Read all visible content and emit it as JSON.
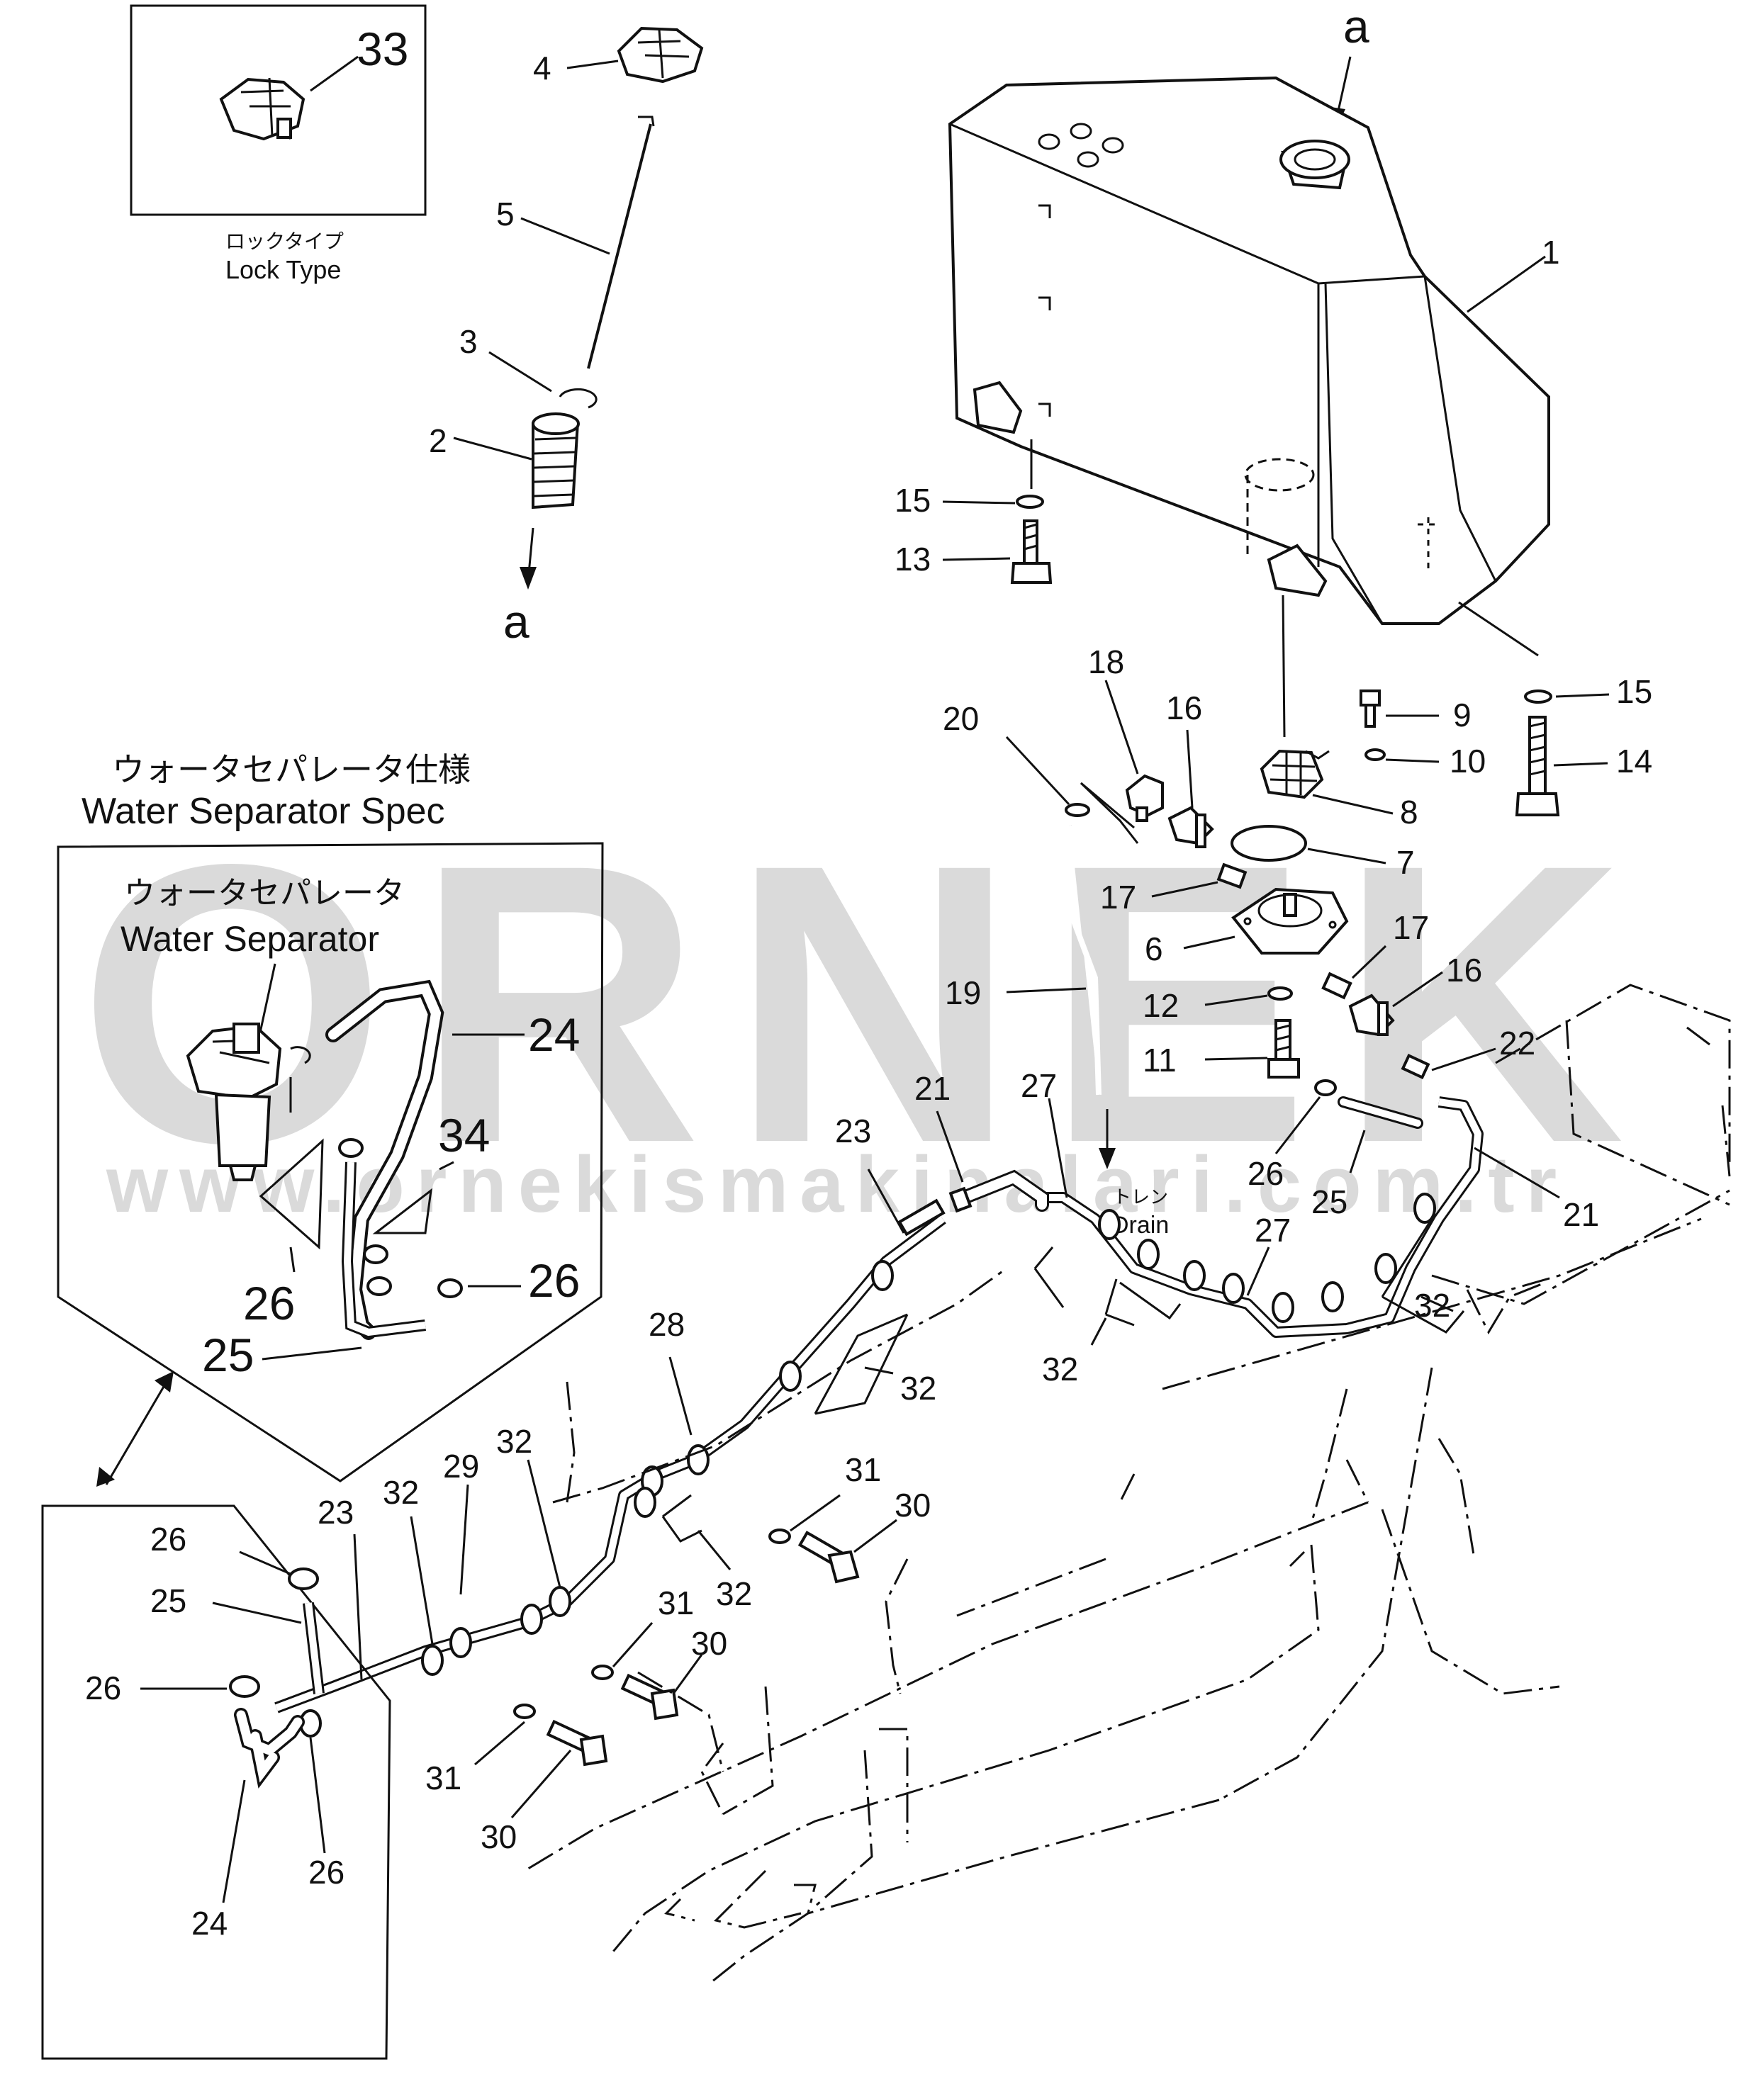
{
  "watermark": {
    "brand": "ORNEK",
    "url": "www.ornekismakinalari.com.tr"
  },
  "insets": {
    "lock_type": {
      "label_jp": "ロックタイプ",
      "label_en": "Lock Type"
    },
    "water_separator_spec": {
      "title_jp": "ウォータセパレータ仕様",
      "title_en": "Water Separator Spec",
      "part_jp": "ウォータセパレータ",
      "part_en": "Water Separator"
    }
  },
  "annotations": {
    "drain_jp": "トレン",
    "drain_en": "Drain",
    "arrow_top": "a",
    "arrow_bottom": "a"
  },
  "callouts": {
    "c1": "1",
    "c2": "2",
    "c3": "3",
    "c4": "4",
    "c5": "5",
    "c6": "6",
    "c7": "7",
    "c8": "8",
    "c9": "9",
    "c10": "10",
    "c11": "11",
    "c12": "12",
    "c13": "13",
    "c14": "14",
    "c15a": "15",
    "c15b": "15",
    "c16a": "16",
    "c16b": "16",
    "c17a": "17",
    "c17b": "17",
    "c18": "18",
    "c19": "19",
    "c20": "20",
    "c21a": "21",
    "c21b": "21",
    "c22": "22",
    "c23a": "23",
    "c23b": "23",
    "c24a": "24",
    "c24b": "24",
    "c25a": "25",
    "c25b": "25",
    "c25c": "25",
    "c26a": "26",
    "c26b": "26",
    "c26c": "26",
    "c26d": "26",
    "c26e": "26",
    "c26f": "26",
    "c27a": "27",
    "c27b": "27",
    "c28": "28",
    "c29": "29",
    "c30a": "30",
    "c30b": "30",
    "c30c": "30",
    "c31a": "31",
    "c31b": "31",
    "c31c": "31",
    "c32a": "32",
    "c32b": "32",
    "c32c": "32",
    "c32d": "32",
    "c32e": "32",
    "c32f": "32",
    "c33": "33",
    "c34": "34"
  }
}
